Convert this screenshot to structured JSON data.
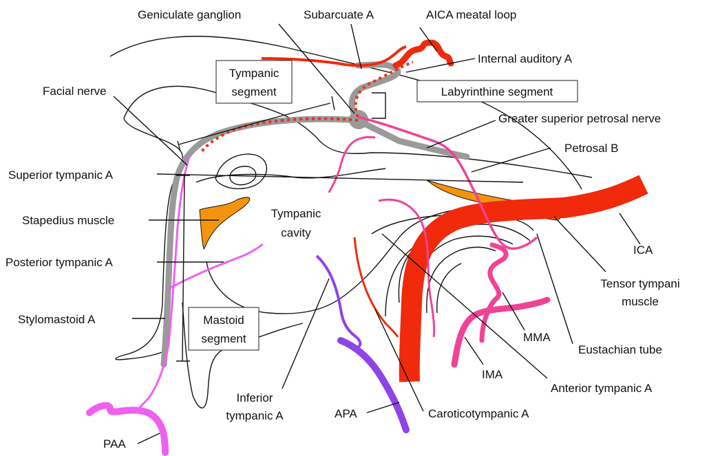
{
  "colors": {
    "nerve": "#9a9a9a",
    "nerve_dots": "#e63312",
    "red_artery": "#f02a0a",
    "pink_artery": "#f04396",
    "magenta_artery": "#f060f0",
    "purple_artery": "#8e44e6",
    "tensor_muscle": "#f5930c",
    "stapedius_muscle": "#f5930c",
    "outline": "#111111"
  },
  "labels": {
    "geniculate_ganglion": "Geniculate ganglion",
    "subarcuate_a": "Subarcuate A",
    "aica_meatal_loop": "AICA meatal loop",
    "internal_auditory_a": "Internal auditory A",
    "facial_nerve": "Facial nerve",
    "greater_superior_petrosal_nerve": "Greater superior petrosal nerve",
    "petrosal_b": "Petrosal B",
    "superior_tympanic_a": "Superior tympanic A",
    "stapedius_muscle": "Stapedius muscle",
    "tympanic_cavity_line1": "Tympanic",
    "tympanic_cavity_line2": "cavity",
    "posterior_tympanic_a": "Posterior tympanic A",
    "ica": "ICA",
    "tensor_tympani_line1": "Tensor tympani",
    "tensor_tympani_line2": "muscle",
    "stylomastoid_a": "Stylomastoid A",
    "mma": "MMA",
    "eustachian_tube": "Eustachian tube",
    "ima": "IMA",
    "anterior_tympanic_a": "Anterior tympanic A",
    "inferior_tympanic_line1": "Inferior",
    "inferior_tympanic_line2": "tympanic A",
    "apa": "APA",
    "caroticotympanic_a": "Caroticotympanic A",
    "paa": "PAA"
  },
  "segments": {
    "tympanic_line1": "Tympanic",
    "tympanic_line2": "segment",
    "labyrinthine": "Labyrinthine segment",
    "mastoid_line1": "Mastoid",
    "mastoid_line2": "segment"
  }
}
